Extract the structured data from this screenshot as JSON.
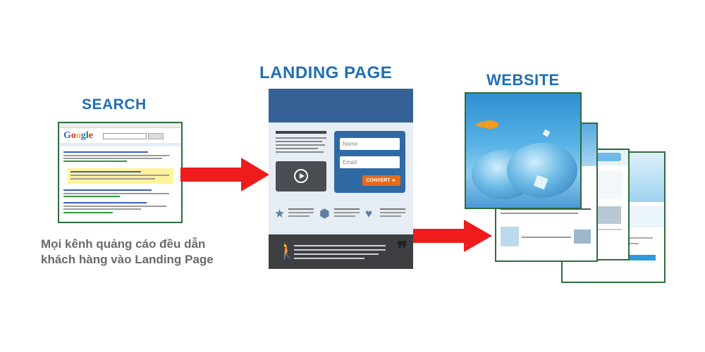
{
  "labels": {
    "search": "SEARCH",
    "landing_page": "LANDING PAGE",
    "website": "WEBSITE"
  },
  "caption": {
    "line1": "Mọi kênh quảng cáo đều dẫn",
    "line2": "khách hàng vào Landing Page"
  },
  "landing_form": {
    "name_placeholder": "Name",
    "email_placeholder": "Email",
    "convert_label": "CONVERT ►"
  },
  "colors": {
    "heading": "#1f6fb5",
    "arrow": "#ee1c1c",
    "lp_header": "#356296",
    "form": "#2f6aa5",
    "convert": "#e86a1a",
    "frame": "#2e6b3b"
  },
  "icons": [
    "play-icon",
    "star-icon",
    "cube-icon",
    "heart-icon",
    "person-icon",
    "quote-icon",
    "arrow-right-icon"
  ]
}
